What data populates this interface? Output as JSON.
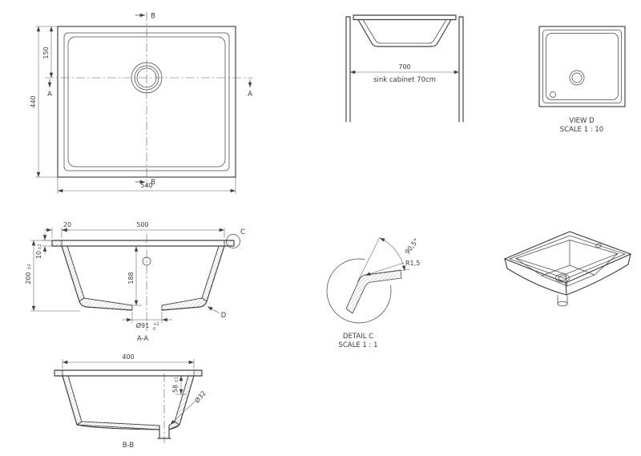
{
  "plan": {
    "dim_width": "540",
    "dim_height": "440",
    "dim_drain": "150",
    "label_a": "A",
    "label_b": "B"
  },
  "cabinet": {
    "dim_width": "700",
    "caption": "sink cabinet 70cm"
  },
  "view_d": {
    "title": "VIEW D",
    "scale": "SCALE 1 : 10"
  },
  "section_aa": {
    "title": "A-A",
    "dim_inner": "500",
    "dim_flange": "20",
    "dim_rim": "10",
    "dim_rim_tol": "±2",
    "dim_total": "200",
    "dim_total_tol": "±2",
    "dim_depth": "188",
    "dim_drain": "Ø91",
    "dim_drain_tol_up": "+2",
    "dim_drain_tol_dn": "0",
    "label_c": "C",
    "label_d": "D"
  },
  "detail_c": {
    "title": "DETAIL C",
    "scale": "SCALE 1 : 1",
    "radius": "R1,5",
    "angle": "90,5°"
  },
  "section_bb": {
    "title": "B-B",
    "dim_inner": "400",
    "dim_depth": "58",
    "dim_depth_tol": "±1",
    "dim_pipe": "Ø32"
  }
}
